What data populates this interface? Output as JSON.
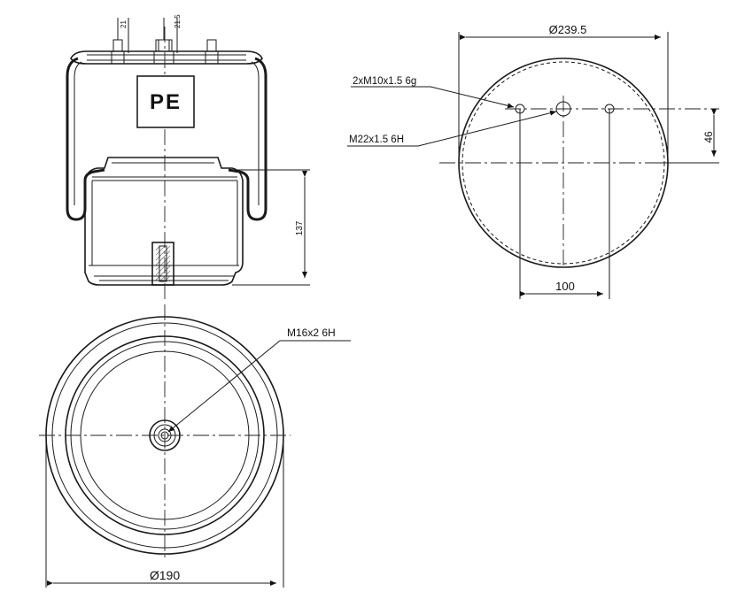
{
  "logo": {
    "text": "PE"
  },
  "side_view": {
    "top_dims": [
      "21",
      "21.5"
    ],
    "height_dim": "137"
  },
  "top_view": {
    "diameter": "Ø239.5",
    "bolt_callout": "2xM10x1.5 6g",
    "center_callout": "M22x1.5 6H",
    "offset_dim": "46",
    "spacing_dim": "100"
  },
  "bottom_view": {
    "thread_callout": "M16x2 6H",
    "diameter": "Ø190"
  }
}
